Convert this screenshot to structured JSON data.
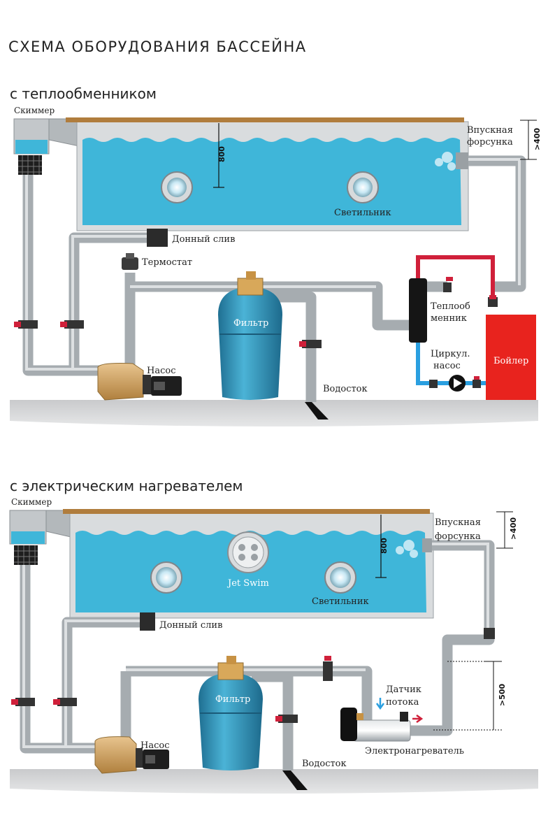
{
  "title": "СХЕМА ОБОРУДОВАНИЯ БАССЕЙНА",
  "diagram1": {
    "subtitle": "с теплообменником",
    "skimmer": "Скиммер",
    "inlet_line1": "Впускная",
    "inlet_line2": "форсунка",
    "depth": "800",
    "inlet_dim": ">400",
    "light": "Светильник",
    "drain": "Донный слив",
    "thermostat": "Термостат",
    "heat_exchanger_line1": "Теплооб",
    "heat_exchanger_line2": "менник",
    "filter": "Фильтр",
    "circ_pump_line1": "Циркул.",
    "circ_pump_line2": "насос",
    "boiler": "Бойлер",
    "pump": "Насос",
    "waste": "Водосток"
  },
  "diagram2": {
    "subtitle": "с электрическим  нагревателем",
    "skimmer": "Скиммер",
    "inlet_line1": "Впускная",
    "inlet_line2": "форсунка",
    "depth": "800",
    "inlet_dim": ">400",
    "jet_swim": "Jet Swim",
    "light": "Светильник",
    "drain": "Донный слив",
    "filter": "Фильтр",
    "flow_sensor_line1": "Датчик",
    "flow_sensor_line2": "потока",
    "heater_dim": ">500",
    "pump": "Насос",
    "electric_heater": "Электронагреватель",
    "waste": "Водосток"
  },
  "colors": {
    "water": "#3fb6d9",
    "pipe": "#b8bdc1",
    "valve": "#d0203a",
    "boiler": "#e8231e",
    "filter": "#2f8fb3",
    "floor": "#d4d5d6",
    "rim": "#b07d3d"
  }
}
